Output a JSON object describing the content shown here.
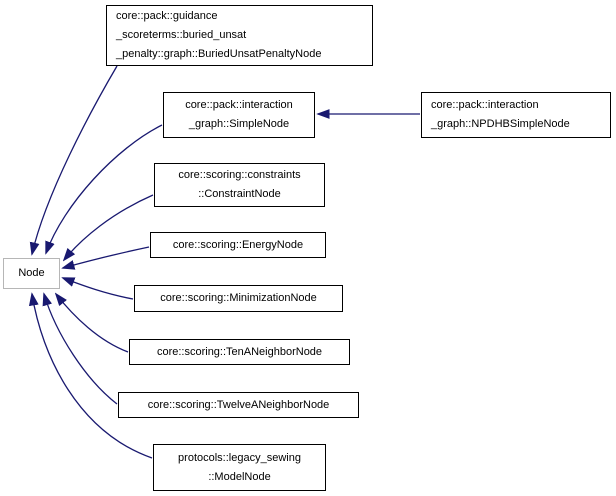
{
  "diagram_type": "class-inheritance-graph",
  "colors": {
    "edge": "#191970",
    "box_border": "#000000",
    "focus_box_border": "#b6b6b6",
    "box_fill": "#ffffff",
    "text": "#000000",
    "background": "#ffffff"
  },
  "nodes": {
    "node": {
      "lines": [
        "Node"
      ]
    },
    "buried_unsat_penalty_node": {
      "lines": [
        "core::pack::guidance",
        "_scoreterms::buried_unsat",
        "_penalty::graph::BuriedUnsatPenaltyNode"
      ]
    },
    "simple_node": {
      "lines": [
        "core::pack::interaction",
        "_graph::SimpleNode"
      ]
    },
    "npdhb_simple_node": {
      "lines": [
        "core::pack::interaction",
        "_graph::NPDHBSimpleNode"
      ]
    },
    "constraint_node": {
      "lines": [
        "core::scoring::constraints",
        "::ConstraintNode"
      ]
    },
    "energy_node": {
      "lines": [
        "core::scoring::EnergyNode"
      ]
    },
    "minimization_node": {
      "lines": [
        "core::scoring::MinimizationNode"
      ]
    },
    "ten_a_neighbor_node": {
      "lines": [
        "core::scoring::TenANeighborNode"
      ]
    },
    "twelve_a_neighbor_node": {
      "lines": [
        "core::scoring::TwelveANeighborNode"
      ]
    },
    "model_node": {
      "lines": [
        "protocols::legacy_sewing",
        "::ModelNode"
      ]
    }
  },
  "edges": [
    {
      "from": "buried_unsat_penalty_node",
      "to": "node"
    },
    {
      "from": "simple_node",
      "to": "node"
    },
    {
      "from": "constraint_node",
      "to": "node"
    },
    {
      "from": "energy_node",
      "to": "node"
    },
    {
      "from": "minimization_node",
      "to": "node"
    },
    {
      "from": "ten_a_neighbor_node",
      "to": "node"
    },
    {
      "from": "twelve_a_neighbor_node",
      "to": "node"
    },
    {
      "from": "model_node",
      "to": "node"
    },
    {
      "from": "npdhb_simple_node",
      "to": "simple_node"
    }
  ]
}
